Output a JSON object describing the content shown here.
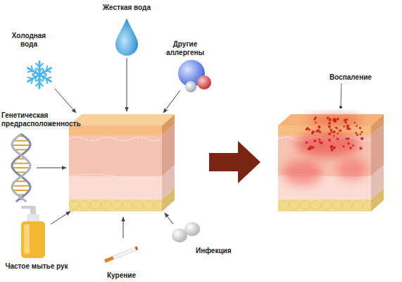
{
  "diagram": {
    "labels": [
      "Жесткая вода",
      "Холодная вода",
      "Другие аллергены",
      "Генетическая предрасположенность",
      "Воспаление",
      "Частое мытье рук",
      "Курение",
      "Инфекция"
    ]
  }
}
